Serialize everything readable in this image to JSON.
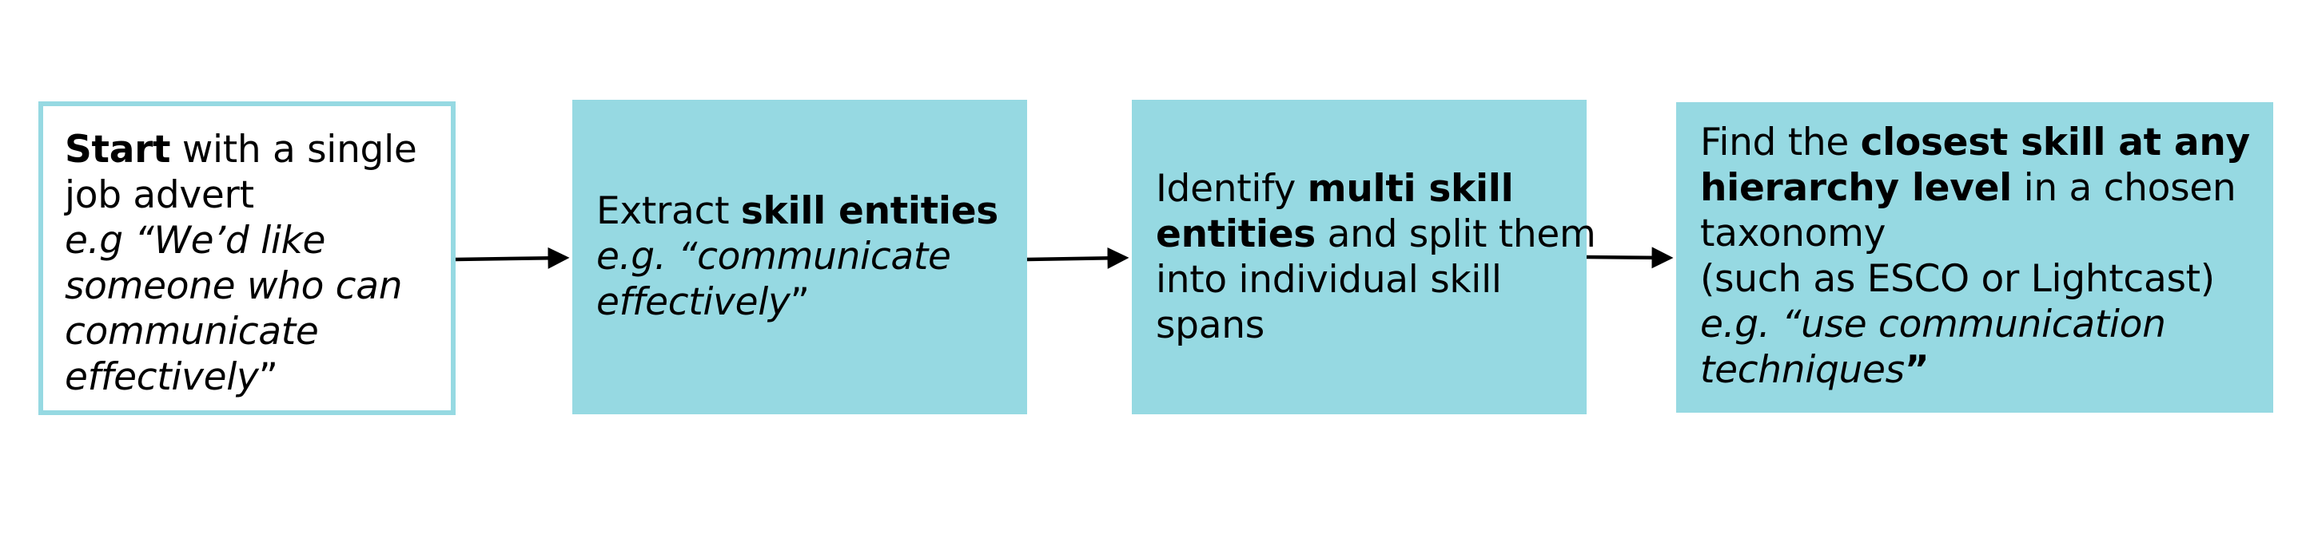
{
  "steps": [
    {
      "lines": [
        [
          {
            "t": "Start",
            "s": "b"
          },
          {
            "t": " with a single",
            "s": "n"
          }
        ],
        [
          {
            "t": "job advert",
            "s": "n"
          }
        ],
        [
          {
            "t": "e.g “We’d like",
            "s": "i"
          }
        ],
        [
          {
            "t": "someone who can",
            "s": "i"
          }
        ],
        [
          {
            "t": "communicate",
            "s": "i"
          }
        ],
        [
          {
            "t": "effectively",
            "s": "i"
          },
          {
            "t": "”",
            "s": "n"
          }
        ]
      ]
    },
    {
      "lines": [
        [
          {
            "t": "Extract ",
            "s": "n"
          },
          {
            "t": "skill entities",
            "s": "b"
          }
        ],
        [
          {
            "t": "e.g. “communicate",
            "s": "i"
          }
        ],
        [
          {
            "t": "effectively",
            "s": "i"
          },
          {
            "t": "”",
            "s": "n"
          }
        ]
      ]
    },
    {
      "lines": [
        [
          {
            "t": "Identify ",
            "s": "n"
          },
          {
            "t": "multi skill",
            "s": "b"
          }
        ],
        [
          {
            "t": "entities",
            "s": "b"
          },
          {
            "t": " and split them",
            "s": "n"
          }
        ],
        [
          {
            "t": "into individual skill",
            "s": "n"
          }
        ],
        [
          {
            "t": "spans",
            "s": "n"
          }
        ]
      ]
    },
    {
      "lines": [
        [
          {
            "t": "Find the ",
            "s": "n"
          },
          {
            "t": "closest skill at any",
            "s": "b"
          }
        ],
        [
          {
            "t": "hierarchy level",
            "s": "b"
          },
          {
            "t": " in a chosen",
            "s": "n"
          }
        ],
        [
          {
            "t": "taxonomy",
            "s": "n"
          }
        ],
        [
          {
            "t": "(such as ESCO or Lightcast)",
            "s": "n"
          }
        ],
        [
          {
            "t": "e.g. “use communication",
            "s": "i"
          }
        ],
        [
          {
            "t": "techniques",
            "s": "i"
          },
          {
            "t": "”",
            "s": "b"
          }
        ]
      ]
    }
  ],
  "colors": {
    "box_fill": "#96d9e2",
    "box_border": "#96d9e2",
    "arrow": "#000000"
  }
}
